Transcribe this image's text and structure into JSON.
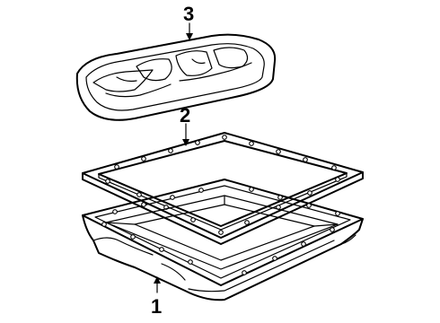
{
  "callouts": {
    "c1": "1",
    "c2": "2",
    "c3": "3"
  },
  "parts": [
    {
      "callout": "1",
      "depicts": "pan"
    },
    {
      "callout": "2",
      "depicts": "gasket"
    },
    {
      "callout": "3",
      "depicts": "filter"
    }
  ]
}
